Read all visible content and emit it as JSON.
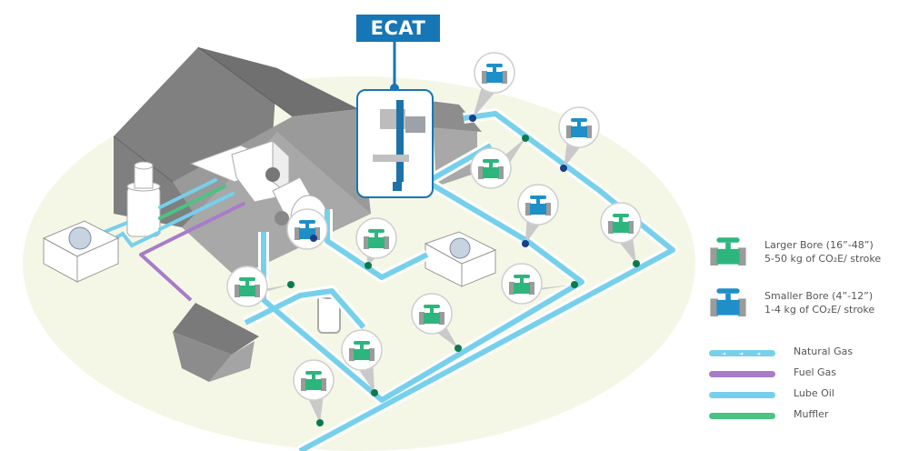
{
  "title": "ECAT",
  "colors": {
    "larger_bore": "#2cb67d",
    "smaller_bore": "#1e8fc8",
    "natural_gas": "#76d0ec",
    "fuel_gas": "#a87cc8",
    "lube_oil": "#76d0ec",
    "muffler": "#4cc383",
    "ecat_blue": "#1776b5",
    "ground": "#f5f7e6",
    "building": "#8c8c8c"
  },
  "legend": {
    "valves": [
      {
        "id": "larger",
        "icon": "valve-green-icon",
        "line1": "Larger Bore (16”-48”)",
        "line2": "5-50 kg of CO₂E/ stroke"
      },
      {
        "id": "smaller",
        "icon": "valve-blue-icon",
        "line1": "Smaller Bore (4”-12”)",
        "line2": "1-4 kg of CO₂E/ stroke"
      }
    ],
    "lines": [
      {
        "id": "natural-gas",
        "label": "Natural Gas",
        "arrows": "➜➜➜"
      },
      {
        "id": "fuel-gas",
        "label": "Fuel Gas"
      },
      {
        "id": "lube-oil",
        "label": "Lube Oil"
      },
      {
        "id": "muffler",
        "label": "Muffler"
      }
    ]
  },
  "valve_markers": [
    {
      "type": "smaller"
    },
    {
      "type": "smaller"
    },
    {
      "type": "smaller"
    },
    {
      "type": "smaller"
    },
    {
      "type": "larger"
    },
    {
      "type": "larger"
    },
    {
      "type": "larger"
    },
    {
      "type": "larger"
    },
    {
      "type": "larger"
    },
    {
      "type": "larger"
    },
    {
      "type": "larger"
    },
    {
      "type": "larger"
    }
  ]
}
